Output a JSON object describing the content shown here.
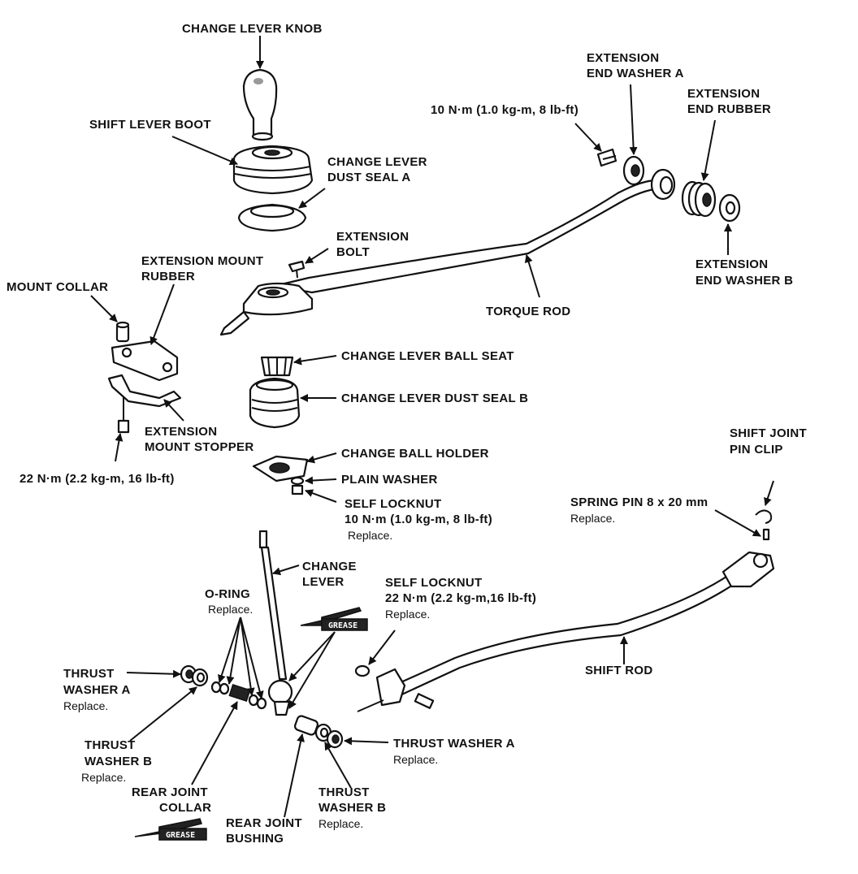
{
  "labels": {
    "change_lever_knob": "CHANGE LEVER KNOB",
    "shift_lever_boot": "SHIFT LEVER BOOT",
    "dust_seal_a_1": "CHANGE LEVER",
    "dust_seal_a_2": "DUST SEAL A",
    "ext_end_washer_a_1": "EXTENSION",
    "ext_end_washer_a_2": "END WASHER A",
    "ext_end_rubber_1": "EXTENSION",
    "ext_end_rubber_2": "END RUBBER",
    "torque_10_top": "10 N·m (1.0 kg-m, 8 lb-ft)",
    "ext_bolt_1": "EXTENSION",
    "ext_bolt_2": "BOLT",
    "ext_mount_rubber_1": "EXTENSION MOUNT",
    "ext_mount_rubber_2": "RUBBER",
    "mount_collar": "MOUNT COLLAR",
    "ext_end_washer_b_1": "EXTENSION",
    "ext_end_washer_b_2": "END WASHER B",
    "torque_rod": "TORQUE ROD",
    "ball_seat": "CHANGE LEVER BALL SEAT",
    "dust_seal_b": "CHANGE LEVER DUST SEAL B",
    "ext_mount_stopper_1": "EXTENSION",
    "ext_mount_stopper_2": "MOUNT STOPPER",
    "change_ball_holder": "CHANGE BALL HOLDER",
    "plain_washer": "PLAIN WASHER",
    "torque_22_left": "22 N·m (2.2 kg-m, 16 lb-ft)",
    "self_locknut_1": "SELF LOCKNUT",
    "self_locknut_torque": "10 N·m (1.0 kg-m, 8 lb-ft)",
    "self_locknut_replace": "Replace.",
    "shift_joint_pin_clip_1": "SHIFT JOINT",
    "shift_joint_pin_clip_2": "PIN CLIP",
    "spring_pin": "SPRING PIN 8 x 20 mm",
    "spring_pin_replace": "Replace.",
    "change_lever_1": "CHANGE",
    "change_lever_2": "LEVER",
    "o_ring": "O-RING",
    "o_ring_replace": "Replace.",
    "self_locknut2_1": "SELF LOCKNUT",
    "self_locknut2_torque": "22 N·m (2.2 kg-m,16 lb-ft)",
    "self_locknut2_replace": "Replace.",
    "grease": "GREASE",
    "thrust_washer_a_l1": "THRUST",
    "thrust_washer_a_l2": "WASHER A",
    "thrust_washer_a_l_replace": "Replace.",
    "shift_rod": "SHIFT ROD",
    "thrust_washer_b_l1": "THRUST",
    "thrust_washer_b_l2": "WASHER B",
    "thrust_washer_b_l_replace": "Replace.",
    "thrust_washer_a_r": "THRUST WASHER A",
    "thrust_washer_a_r_replace": "Replace.",
    "rear_joint_collar_1": "REAR JOINT",
    "rear_joint_collar_2": "COLLAR",
    "thrust_washer_b_r1": "THRUST",
    "thrust_washer_b_r2": "WASHER B",
    "thrust_washer_b_r_replace": "Replace.",
    "rear_joint_bushing_1": "REAR JOINT",
    "rear_joint_bushing_2": "BUSHING"
  }
}
